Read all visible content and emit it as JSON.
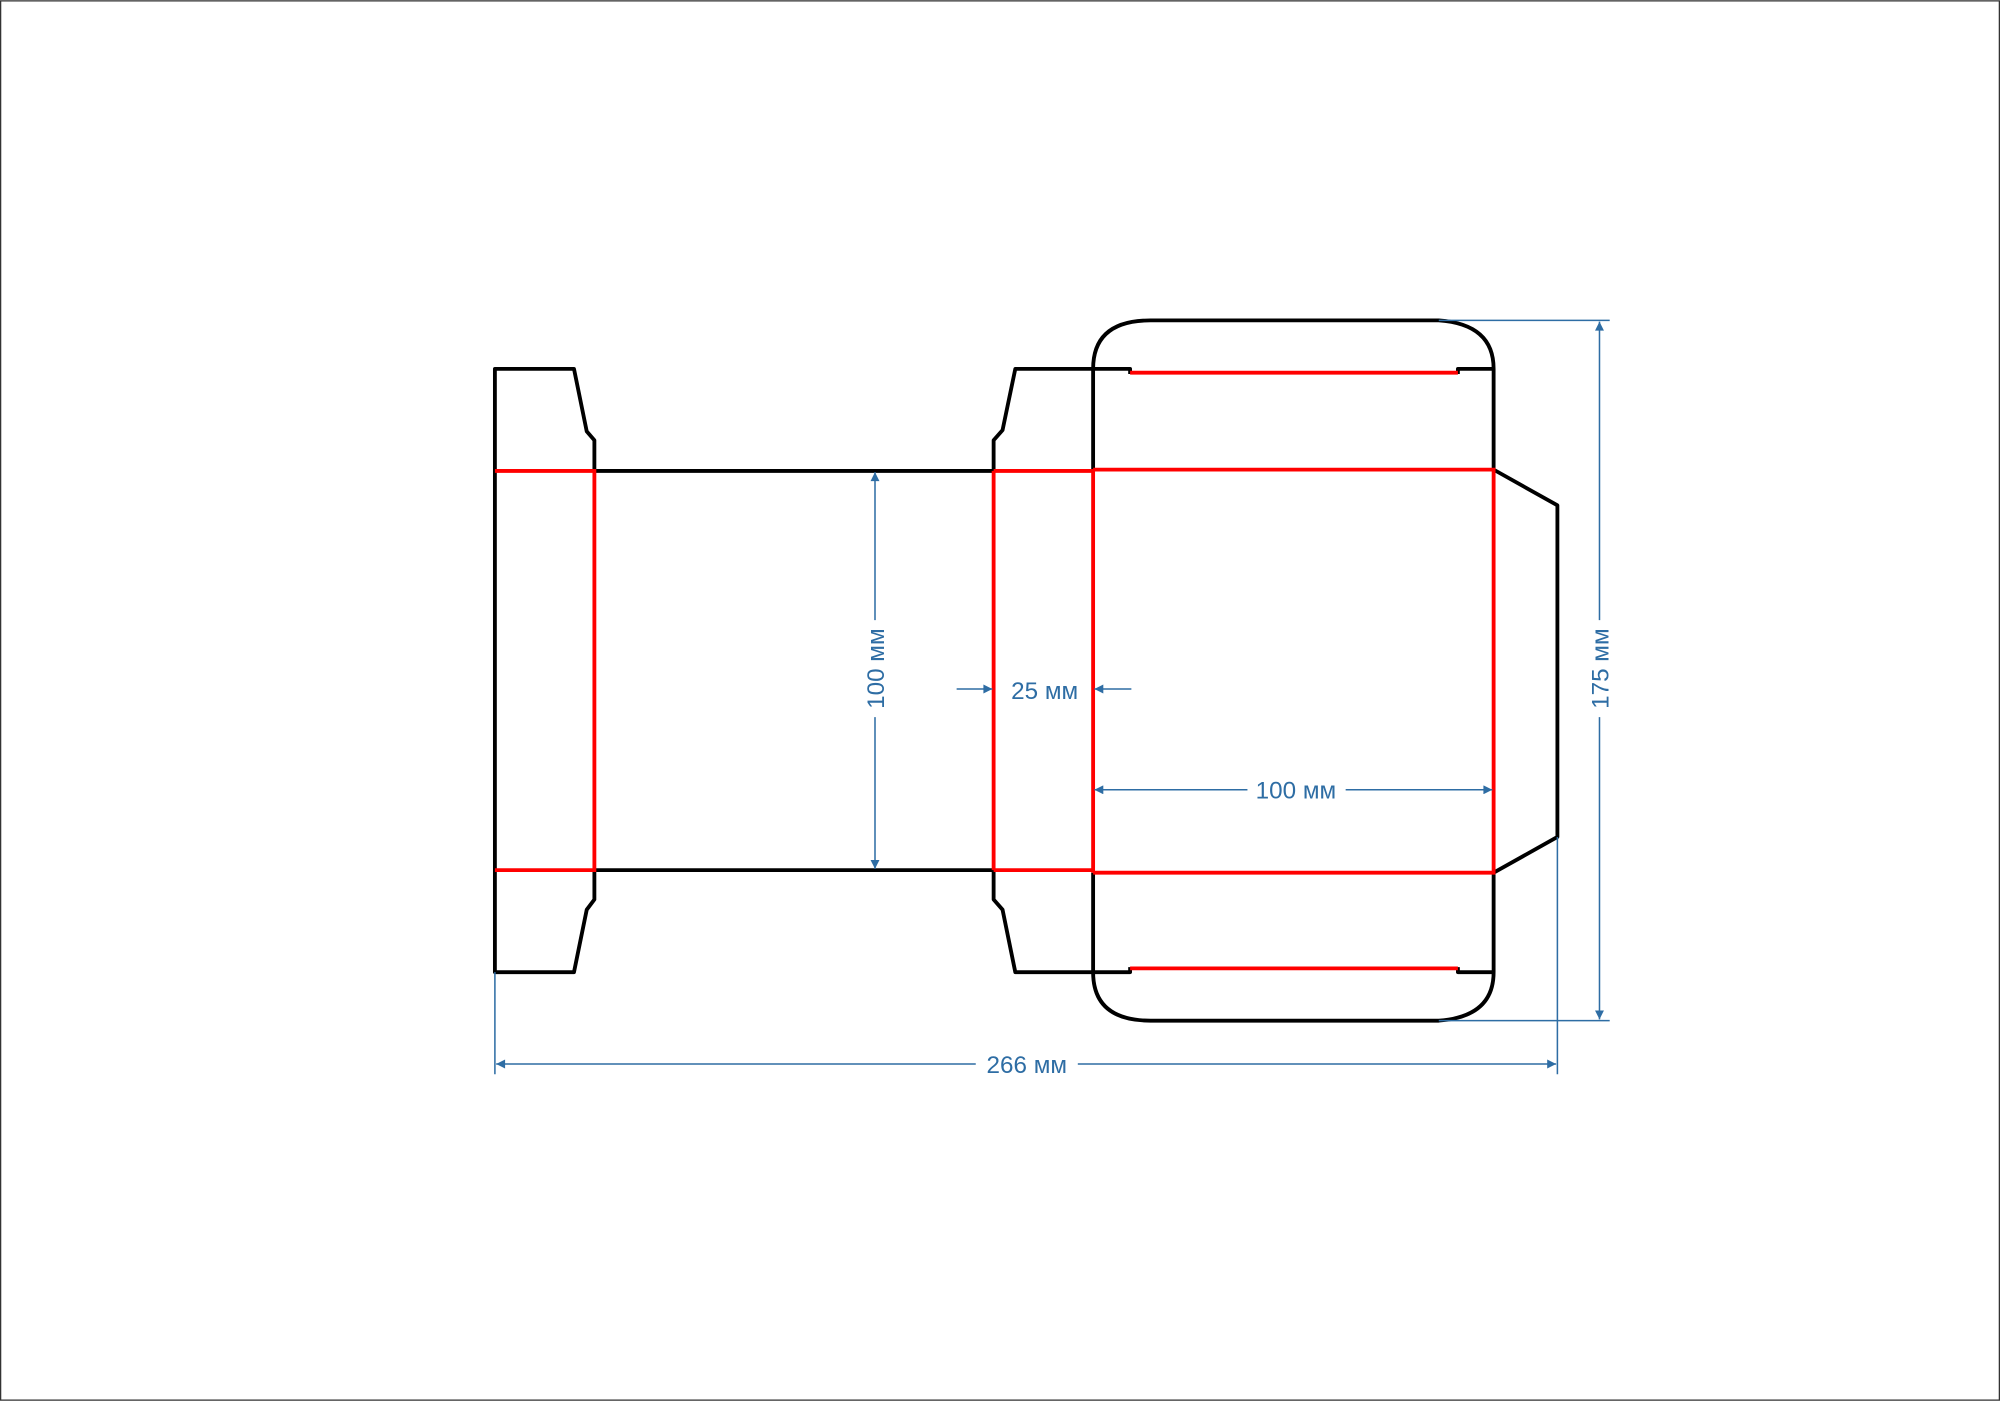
{
  "title": "Box die-cut template",
  "colors": {
    "cut_line": "#000000",
    "crease_line": "#ff0000",
    "dimension": "#2e6da4"
  },
  "dimensions": {
    "total_width": "266 мм",
    "total_height": "175 мм",
    "panel_height": "100 мм",
    "side_width": "25 мм",
    "panel_width": "100 мм"
  }
}
